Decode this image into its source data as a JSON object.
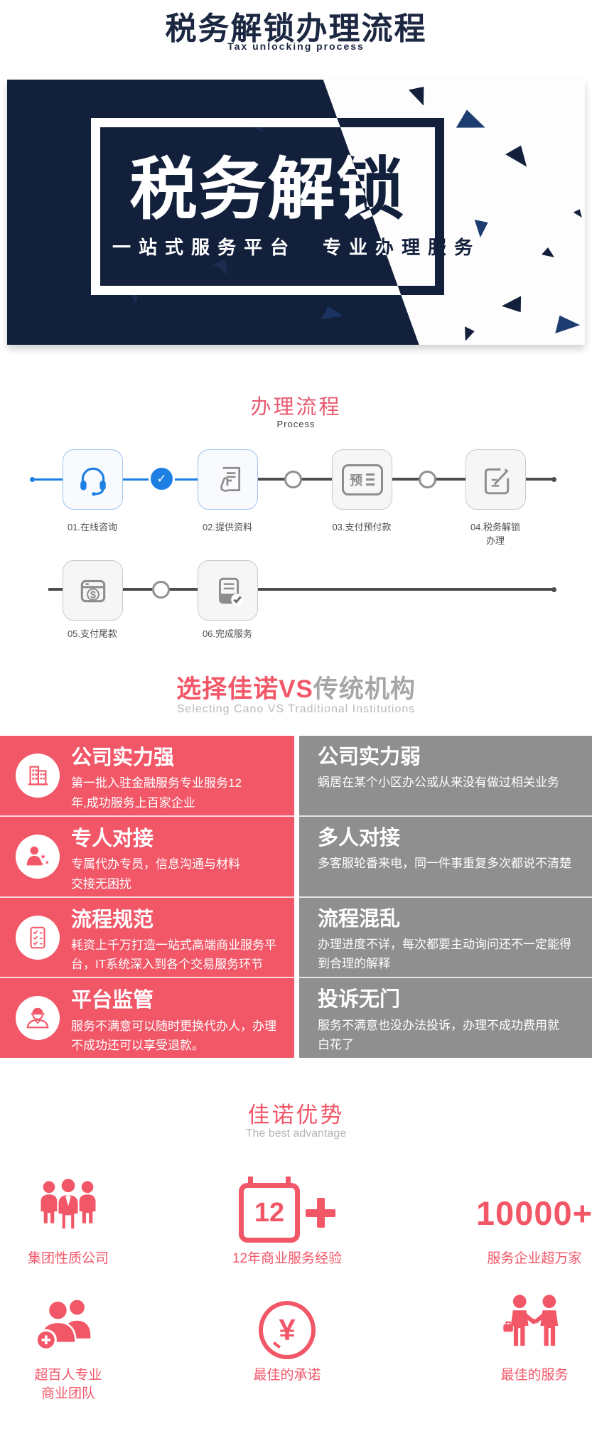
{
  "header": {
    "title": "税务解锁办理流程",
    "subtitle": "Tax unlocking process"
  },
  "banner": {
    "headline": "税务解锁",
    "tagline_left": "一站式服务平台",
    "tagline_right": "专业办理服务",
    "navy": "#13203c",
    "white": "#ffffff"
  },
  "process": {
    "title": "办理流程",
    "subtitle": "Process",
    "prepay_text": "预",
    "accent_blue": "#1d7fe3",
    "line_gray": "#4d4d4d",
    "steps": [
      {
        "label": "01.在线咨询",
        "icon": "headset-icon"
      },
      {
        "label": "02.提供资料",
        "icon": "hand-document-icon"
      },
      {
        "label": "03.支付预付款",
        "icon": "prepay-icon"
      },
      {
        "label": "04.税务解锁",
        "label2": "办理",
        "icon": "edit-document-icon"
      },
      {
        "label": "05.支付尾款",
        "icon": "dollar-pay-icon"
      },
      {
        "label": "06.完成服务",
        "icon": "receipt-check-icon"
      }
    ]
  },
  "comparison": {
    "title_highlight": "选择佳诺VS",
    "title_rest": "传统机构",
    "subtitle": "Selecting Cano VS Traditional Institutions",
    "left_bg": "#f25768",
    "right_bg": "#8f8f8f",
    "left_rows": [
      {
        "icon": "building-icon",
        "title": "公司实力强",
        "desc": "第一批入驻金融服务专业服务12\n年,成功服务上百家企业"
      },
      {
        "icon": "person-stars-icon",
        "title": "专人对接",
        "desc": "专属代办专员，信息沟通与材料\n交接无困扰"
      },
      {
        "icon": "checklist-icon",
        "title": "流程规范",
        "desc": "耗资上千万打造一站式高端商业服务平\n台，IT系统深入到各个交易服务环节"
      },
      {
        "icon": "agent-icon",
        "title": "平台监管",
        "desc": "服务不满意可以随时更换代办人，办理\n不成功还可以享受退款。"
      }
    ],
    "right_rows": [
      {
        "title": "公司实力弱",
        "desc": "蜗居在某个小区办公或从来没有做过相关业务"
      },
      {
        "title": "多人对接",
        "desc": "多客服轮番来电，同一件事重复多次都说不清楚"
      },
      {
        "title": "流程混乱",
        "desc": "办理进度不详，每次都要主动询问还不一定能得\n到合理的解释"
      },
      {
        "title": "投诉无门",
        "desc": "服务不满意也没办法投诉，办理不成功费用就\n白花了"
      }
    ]
  },
  "advantages": {
    "title": "佳诺优势",
    "subtitle": "The best advantage",
    "accent": "#f25768",
    "items": [
      {
        "icon": "team-group-icon",
        "label": "集团性质公司"
      },
      {
        "icon": "calendar-12-plus-icon",
        "badge": "12",
        "label": "12年商业服务经验"
      },
      {
        "icon": "stat-10000",
        "stat": "10000+",
        "label": "服务企业超万家"
      },
      {
        "icon": "people-plus-icon",
        "label": "超百人专业",
        "label2": "商业团队"
      },
      {
        "icon": "yen-circle-icon",
        "yen": "¥",
        "label": "最佳的承诺"
      },
      {
        "icon": "handshake-icon",
        "label": "最佳的服务"
      }
    ]
  }
}
